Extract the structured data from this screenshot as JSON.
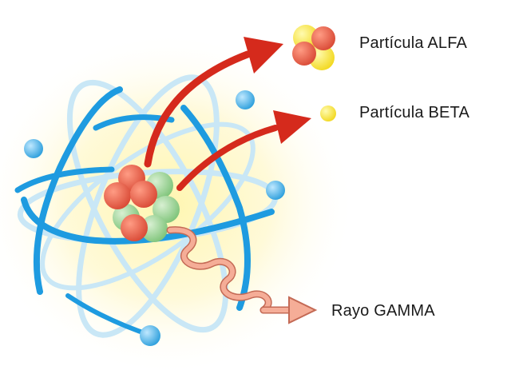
{
  "labels": {
    "alpha": "Partícula ALFA",
    "beta": "Partícula BETA",
    "gamma": "Rayo GAMMA"
  },
  "colors": {
    "glow": "#fff3a8",
    "orbit_dark": "#1f9de0",
    "orbit_light": "#bfe2f4",
    "electron": "#3fb0ea",
    "proton": "#e8634f",
    "neutron": "#8fcf8a",
    "arrow_red": "#d92b1e",
    "gamma_wave": "#f2a58f",
    "beta_particle": "#f5e23a"
  }
}
